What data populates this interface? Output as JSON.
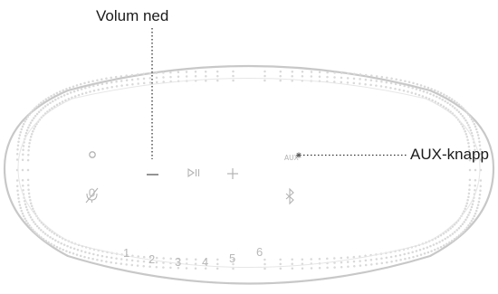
{
  "callouts": {
    "volume_down": "Volum ned",
    "aux_button": "AUX-knapp"
  },
  "speaker": {
    "aux_label": "AUX",
    "presets": [
      "1",
      "2",
      "3",
      "4",
      "5",
      "6"
    ],
    "controls": [
      {
        "name": "action-button",
        "icon": "circle-icon"
      },
      {
        "name": "volume-down-button",
        "icon": "minus-icon"
      },
      {
        "name": "play-pause-button",
        "icon": "play-pause-icon"
      },
      {
        "name": "volume-up-button",
        "icon": "plus-icon"
      },
      {
        "name": "mic-off-button",
        "icon": "mic-off-icon"
      },
      {
        "name": "bluetooth-button",
        "icon": "bluetooth-icon"
      }
    ]
  },
  "colors": {
    "outline": "#c8c8c8",
    "dots": "#d9d9d9",
    "icons": "#b3b3b3",
    "leader": "#333333",
    "text": "#1a1a1a"
  }
}
